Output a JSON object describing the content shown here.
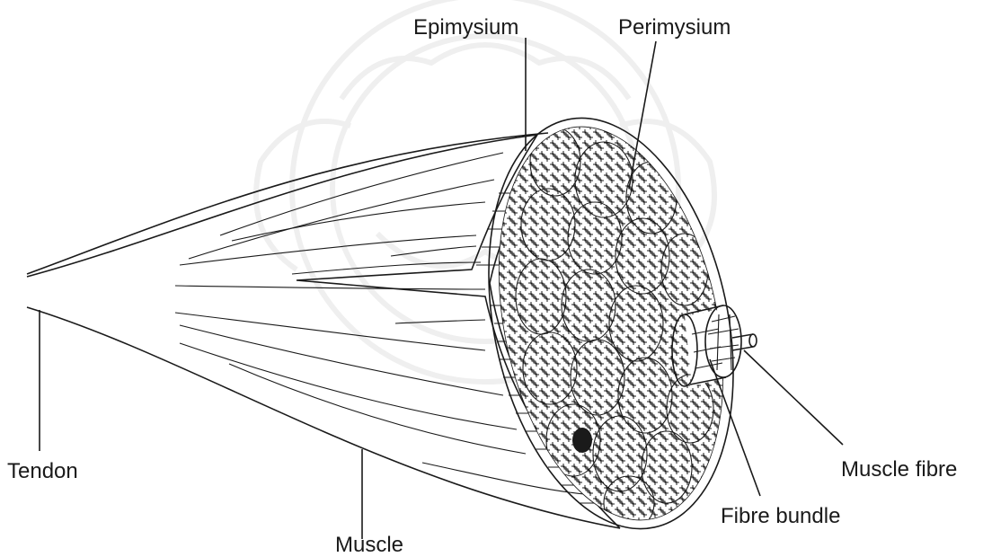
{
  "labels": {
    "epimysium": "Epimysium",
    "perimysium": "Perimysium",
    "tendon": "Tendon",
    "muscle": "Muscle",
    "fibre_bundle": "Fibre bundle",
    "muscle_fibre": "Muscle fibre"
  },
  "colors": {
    "ink": "#1a1a1a",
    "paper": "#ffffff",
    "watermark": "#efefef"
  }
}
